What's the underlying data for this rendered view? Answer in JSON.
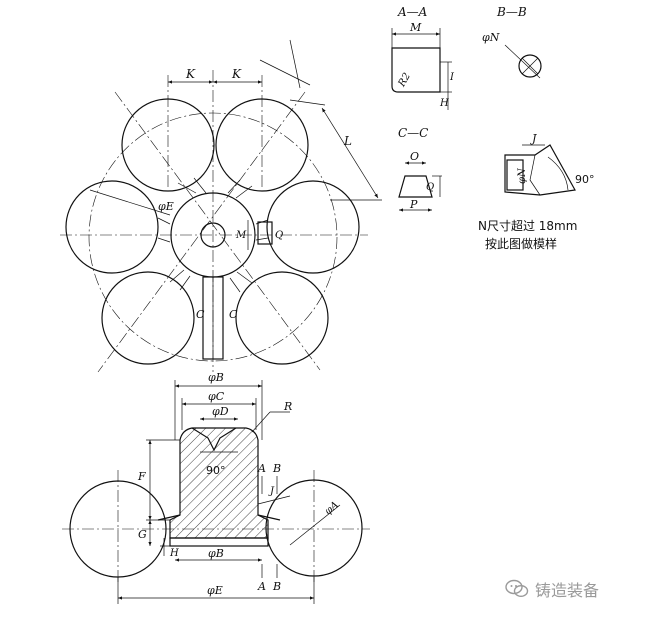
{
  "sections": {
    "aa": "A—A",
    "bb": "B—B",
    "cc": "C—C"
  },
  "labels": {
    "K1": "K",
    "K2": "K",
    "L": "L",
    "phiE_top": "φE",
    "M": "M",
    "Q_top": "Q",
    "C1": "C",
    "C2": "C",
    "aa_M": "M",
    "aa_R2": "R2",
    "aa_I": "I",
    "aa_H": "H",
    "bb_phiN": "φN",
    "cc_O": "O",
    "cc_Q": "Q",
    "cc_P": "P",
    "det_J": "J",
    "det_phiN": "φN",
    "det_90": "90°",
    "phiB_top": "φB",
    "phiC": "φC",
    "phiD": "φD",
    "R": "R",
    "ang_90": "90°",
    "F": "F",
    "G": "G",
    "H": "H",
    "phiB_bot": "φB",
    "phiE_bot": "φE",
    "phiA": "φA",
    "A_up": "A",
    "B_up": "B",
    "A_down": "A",
    "B_down": "B",
    "J": "J"
  },
  "note": {
    "line1": "N尺寸超过 18mm",
    "line2": "按此图做模样"
  },
  "watermark": {
    "text": "铸造装备"
  }
}
